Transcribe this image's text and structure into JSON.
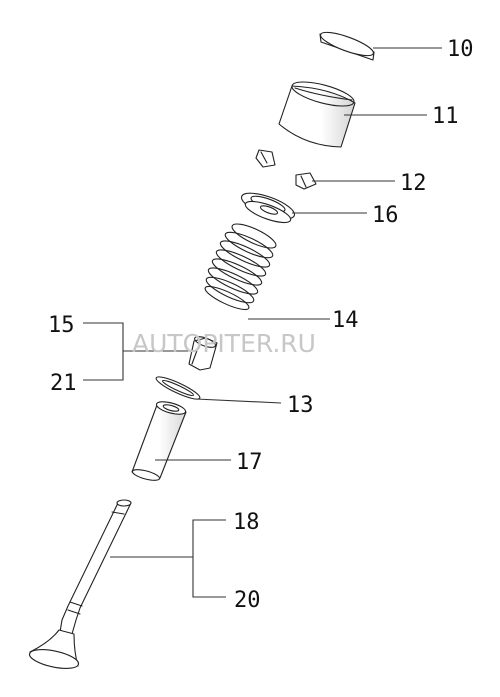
{
  "watermark": "AUTOPITER.RU",
  "callouts": {
    "c10": "10",
    "c11": "11",
    "c12": "12",
    "c16": "16",
    "c14": "14",
    "c15": "15",
    "c21": "21",
    "c13": "13",
    "c17": "17",
    "c18": "18",
    "c20": "20"
  },
  "colors": {
    "line": "#222222",
    "watermark": "#c7c7c7",
    "background": "#ffffff"
  }
}
